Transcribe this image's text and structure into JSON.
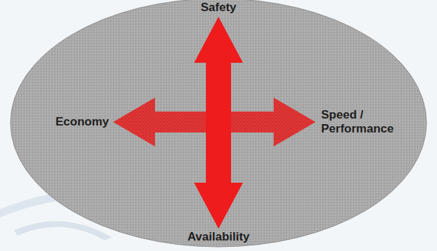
{
  "diagram": {
    "labels": [
      "Safety",
      "Economy",
      "Speed / Performance",
      "Availability"
    ]
  }
}
